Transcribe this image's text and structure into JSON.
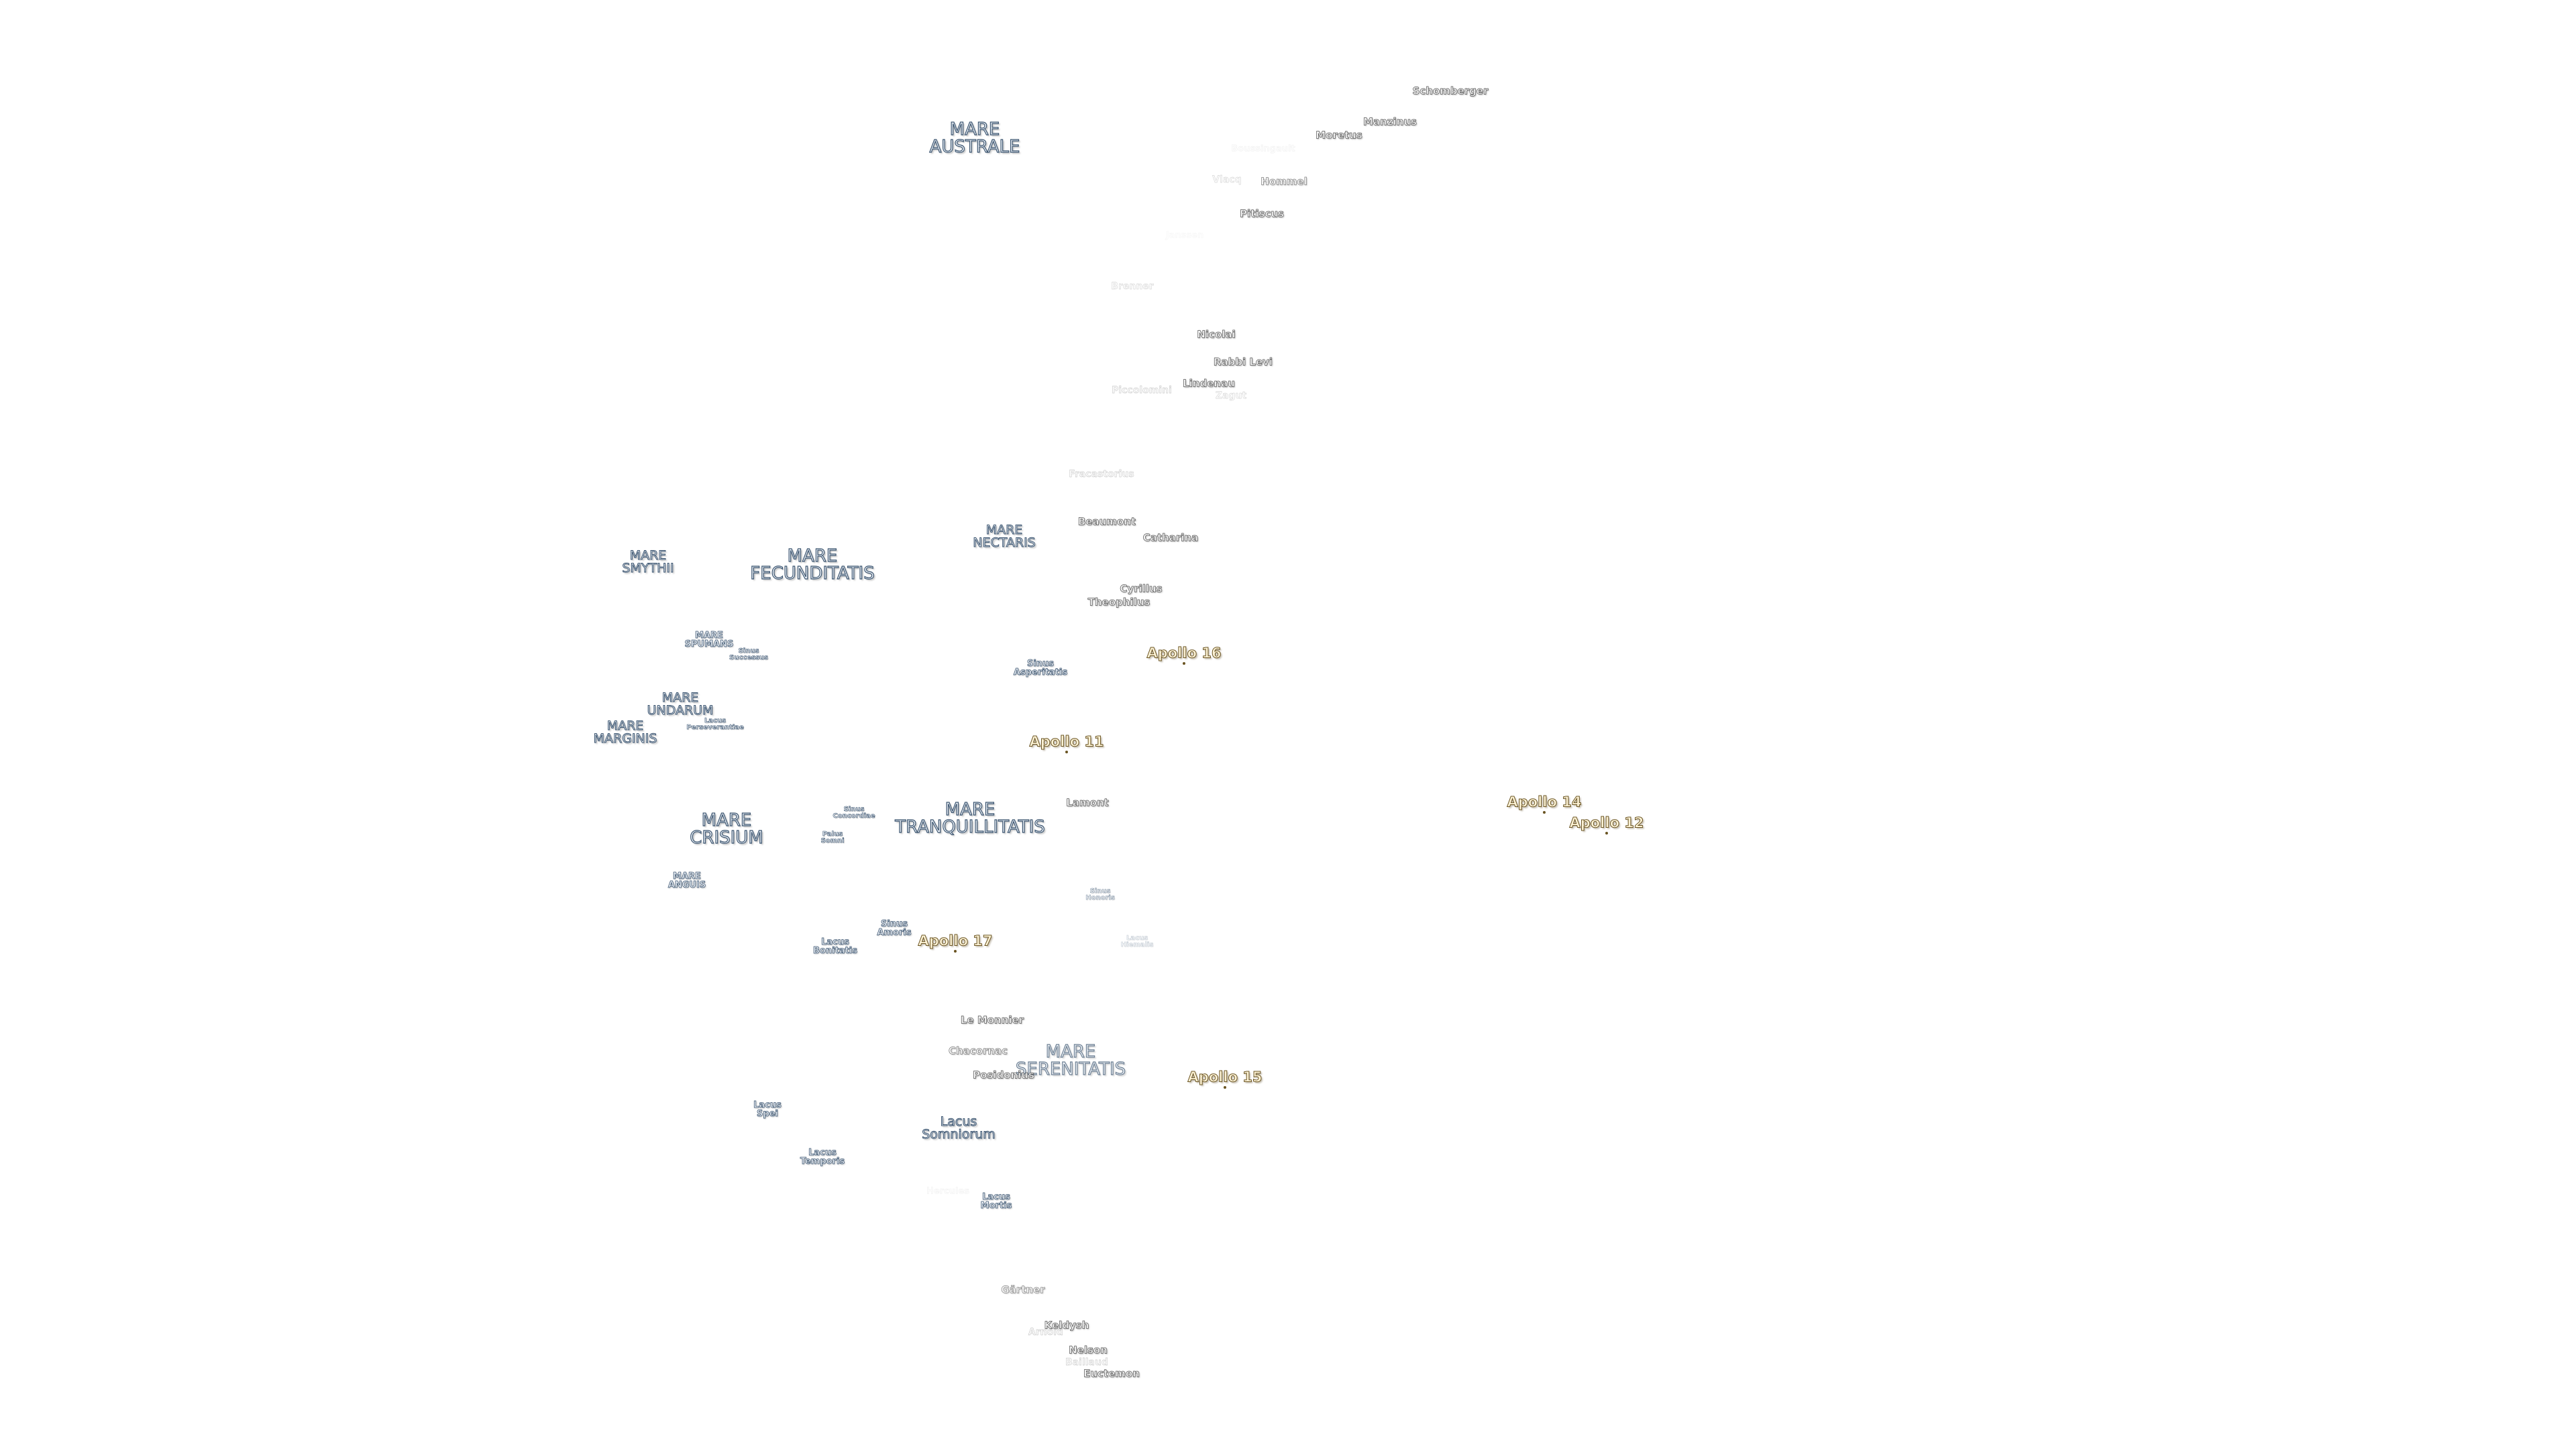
{
  "map": {
    "labels": {
      "mare_australe": "MARE\nAUSTRALE",
      "mare_smythii": "MARE\nSMYTHII",
      "mare_fecunditatis": "MARE\nFECUNDITATIS",
      "mare_nectaris": "MARE\nNECTARIS",
      "mare_spumans": "MARE\nSPUMANS",
      "sinus_successus": "Sinus\nSuccessus",
      "mare_undarum": "MARE\nUNDARUM",
      "lacus_perseverantiae": "Lacus\nPerseverantiae",
      "mare_marginis": "MARE\nMARGINIS",
      "sinus_asperitatis": "Sinus\nAsperitatis",
      "mare_crisium": "MARE\nCRISIUM",
      "sinus_concordiae": "Sinus\nConcordiae",
      "palus_somni": "Palus\nSomni",
      "mare_tranquillitatis": "MARE\nTRANQUILLITATIS",
      "mare_anguis": "MARE\nANGUIS",
      "sinus_honoris": "Sinus\nHonoris",
      "sinus_amoris": "Sinus\nAmoris",
      "lacus_bonitatis": "Lacus\nBonitatis",
      "lacus_hiemalis": "Lacus\nHiemalis",
      "mare_serenitatis": "MARE\nSERENITATIS",
      "lacus_spei": "Lacus\nSpei",
      "lacus_somniorum": "Lacus\nSomniorum",
      "lacus_temporis": "Lacus\nTemporis",
      "lacus_mortis": "Lacus\nMortis",
      "schomberger": "Schomberger",
      "manzinus": "Manzinus",
      "moretus": "Moretus",
      "boussingault": "Boussingault",
      "vlacq": "Vlacq",
      "hommel": "Hommel",
      "pitiscus": "Pitiscus",
      "janssen": "Janssen",
      "brenner": "Brenner",
      "nicolai": "Nicolai",
      "rabbi_levi": "Rabbi Levi",
      "lindenau": "Lindenau",
      "piccolomini": "Piccolomini",
      "zagut": "Zagut",
      "fracastorius": "Fracastorius",
      "beaumont": "Beaumont",
      "catharina": "Catharina",
      "cyrillus": "Cyrillus",
      "theophilus": "Theophilus",
      "lamont": "Lamont",
      "le_monnier": "Le Monnier",
      "chacornac": "Chacornac",
      "posidonius": "Posidonius",
      "hercules": "Hercules",
      "gartner": "Gärtner",
      "arnold": "Arnold",
      "keldysh": "Keldysh",
      "nelson": "Nelson",
      "baillaud": "Baillaud",
      "euctemon": "Euctemon",
      "apollo_16": "Apollo 16",
      "apollo_11": "Apollo 11",
      "apollo_14": "Apollo 14",
      "apollo_12": "Apollo 12",
      "apollo_17": "Apollo 17",
      "apollo_15": "Apollo 15"
    }
  },
  "colors": {
    "background": "#ffffff",
    "mare_outline": "#3c5570",
    "crater_outline": "#555555",
    "apollo_outline": "#6a5422",
    "apollo_fill": "#fdf3d6"
  }
}
